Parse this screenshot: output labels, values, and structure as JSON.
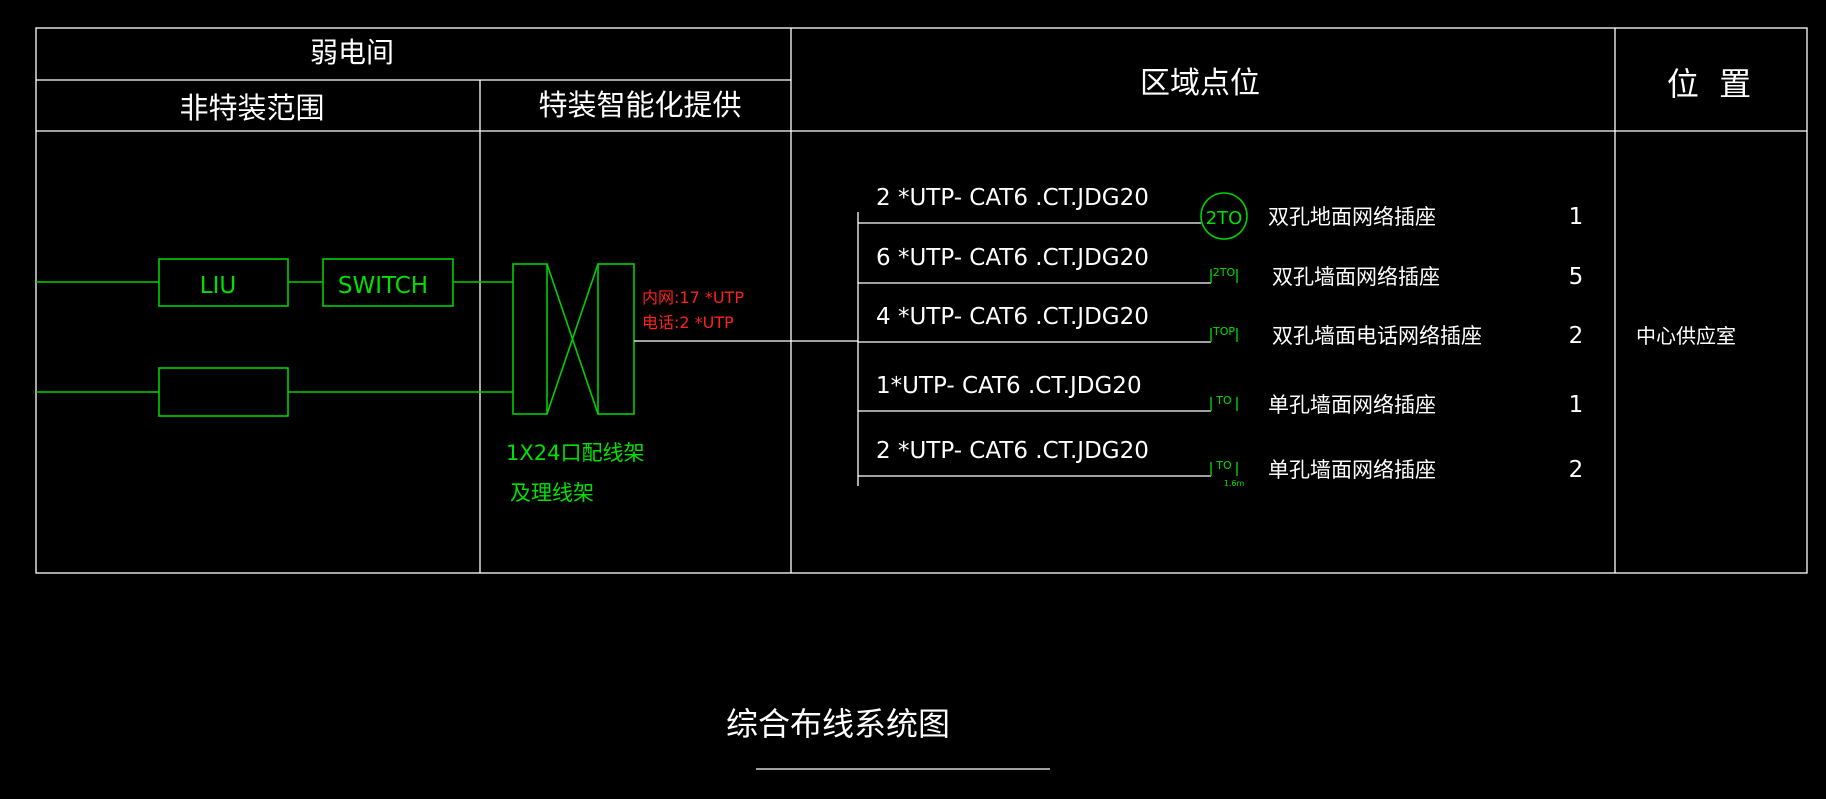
{
  "header": {
    "weak_room": "弱电间",
    "non_special": "非特装范围",
    "special_provided": "特装智能化提供",
    "area_points": "区域点位",
    "location": "位  置"
  },
  "devices": {
    "liu": "LIU",
    "switch": "SWITCH",
    "patch_label_1": "1X24口配线架",
    "patch_label_2": "及理线架"
  },
  "uplink": {
    "line1": "内网:17 *UTP",
    "line2": "电话:2 *UTP"
  },
  "rows": [
    {
      "cable": "2 *UTP- CAT6 .CT.JDG20",
      "symbol": "2TO",
      "desc": "双孔地面网络插座",
      "qty": "1"
    },
    {
      "cable": "6 *UTP- CAT6 .CT.JDG20",
      "symbol": "2TO",
      "desc": "双孔墙面网络插座",
      "qty": "5"
    },
    {
      "cable": "4 *UTP- CAT6 .CT.JDG20",
      "symbol": "TOP",
      "desc": "双孔墙面电话网络插座",
      "qty": "2"
    },
    {
      "cable": "1*UTP- CAT6 .CT.JDG20",
      "symbol": "TO",
      "desc": "单孔墙面网络插座",
      "qty": "1"
    },
    {
      "cable": "2 *UTP- CAT6 .CT.JDG20",
      "symbol": "TO",
      "symbol_sub": "1.6m",
      "desc": "单孔墙面网络插座",
      "qty": "2"
    }
  ],
  "location_value": "中心供应室",
  "drawing_title": "综合布线系统图",
  "colors": {
    "background": "#000000",
    "line": "#ffffff",
    "device": "#00d000",
    "uplink_text": "#ff2020"
  }
}
